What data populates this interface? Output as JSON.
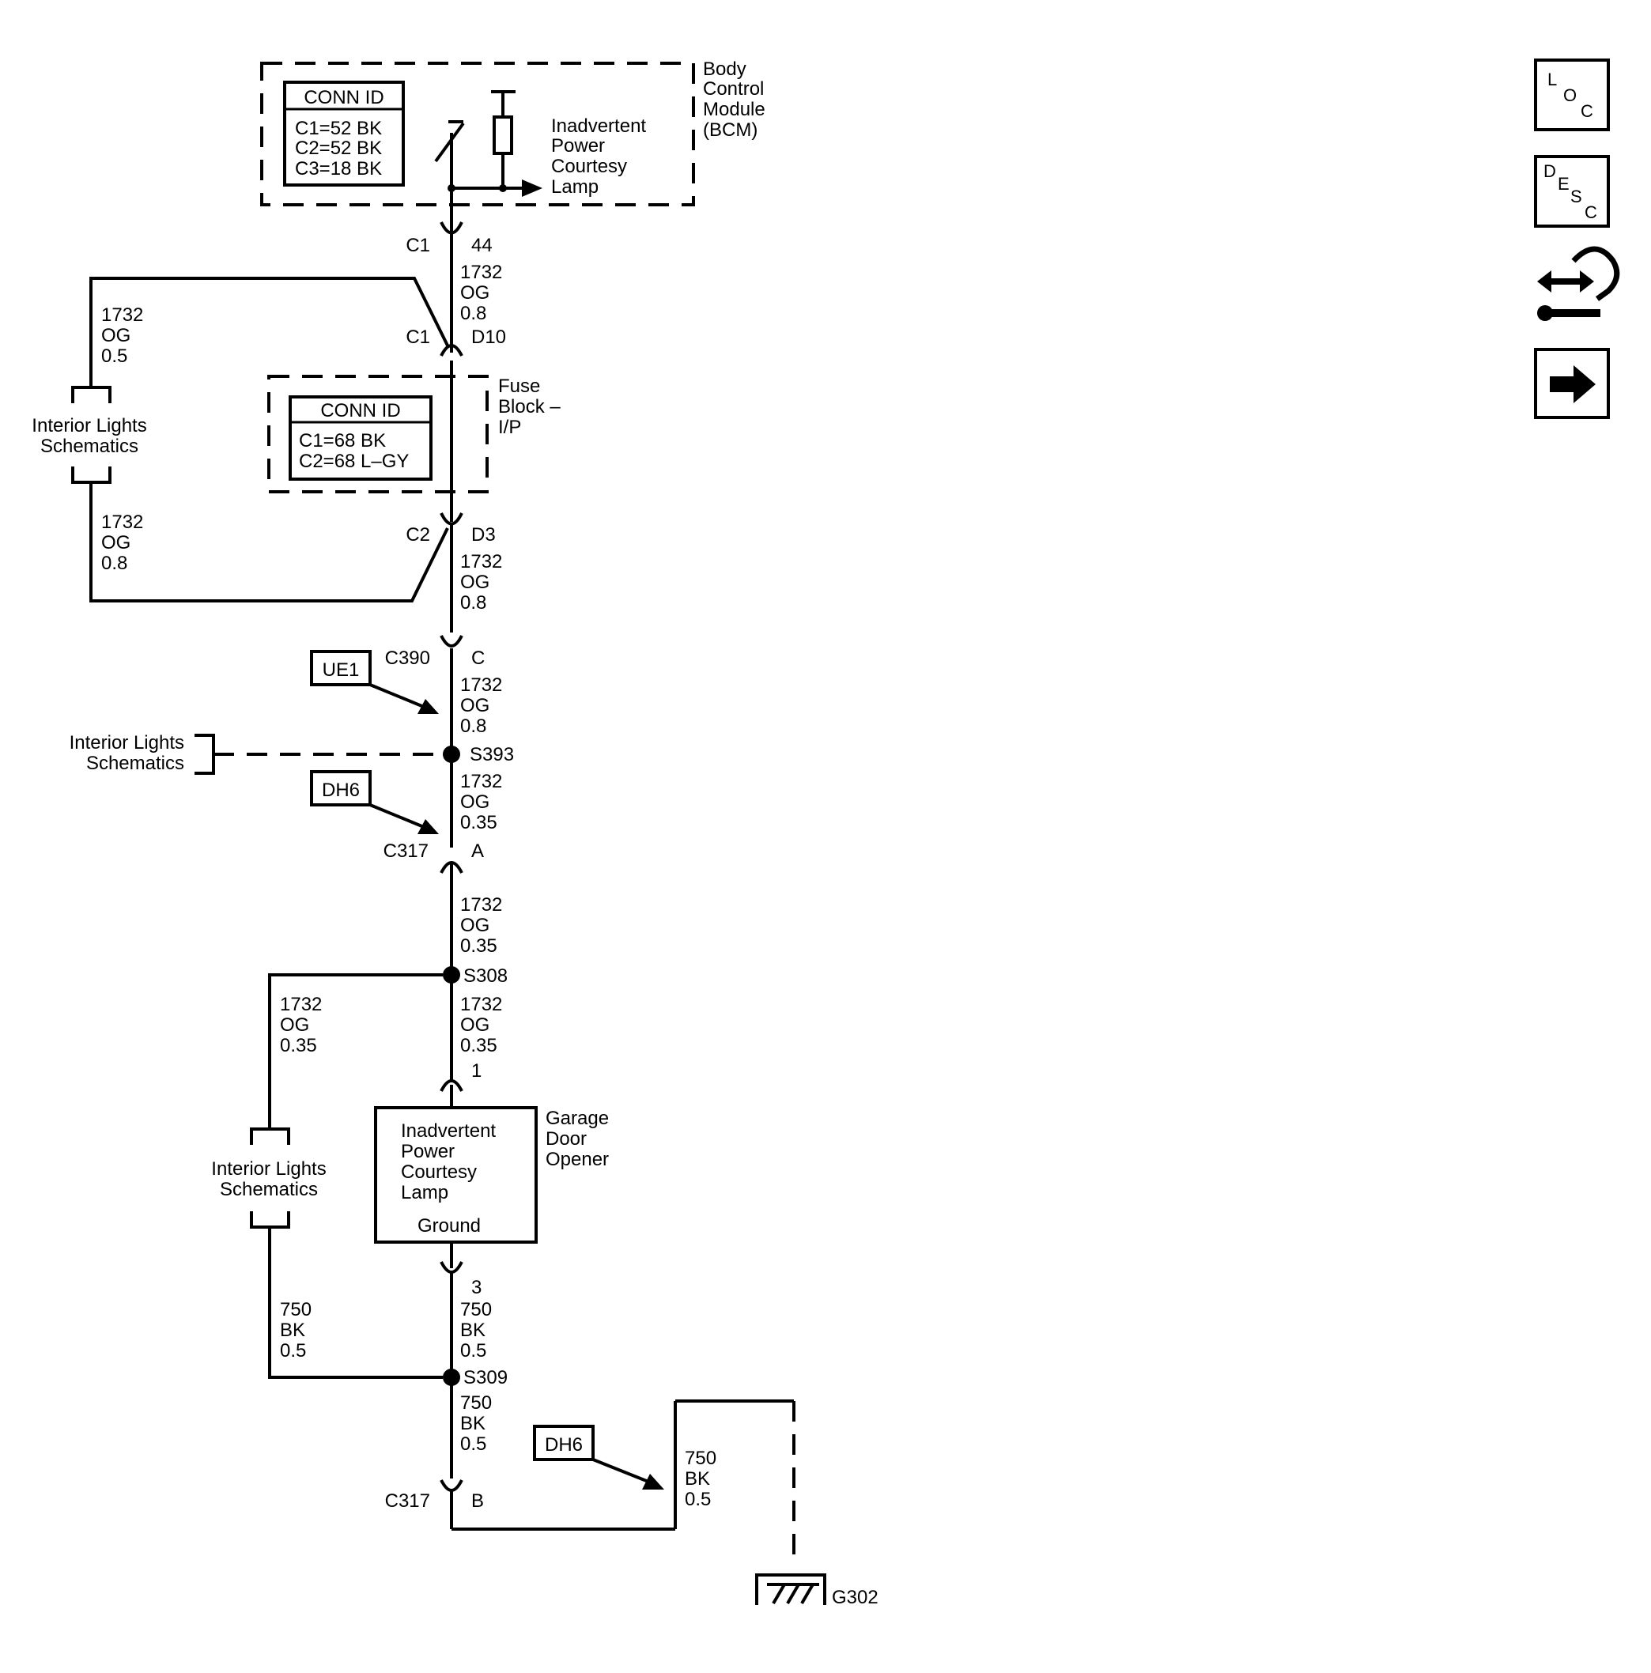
{
  "bcm": {
    "name_lines": [
      "Body",
      "Control",
      "Module",
      "(BCM)"
    ],
    "conn_id_title": "CONN ID",
    "conn_id_rows": [
      "C1=52 BK",
      "C2=52 BK",
      "C3=18 BK"
    ],
    "circuit_lines": [
      "Inadvertent",
      "Power",
      "Courtesy",
      "Lamp"
    ]
  },
  "fuse_block": {
    "name_lines": [
      "Fuse",
      "Block –",
      "I/P"
    ],
    "conn_id_title": "CONN ID",
    "conn_id_rows": [
      "C1=68 BK",
      "C2=68 L–GY"
    ]
  },
  "garage_door_opener": {
    "name_lines": [
      "Garage",
      "Door",
      "Opener"
    ],
    "circuit_lines": [
      "Inadvertent",
      "Power",
      "Courtesy",
      "Lamp"
    ],
    "ground_label": "Ground"
  },
  "connectors": {
    "bcm_c1": "C1",
    "bcm_c1_pin": "44",
    "fb_c1": "C1",
    "fb_c1_pin": "D10",
    "fb_c2": "C2",
    "fb_c2_pin": "D3",
    "c390": "C390",
    "c390_pin": "C",
    "c317a": "C317",
    "c317a_pin": "A",
    "gdo_pin1": "1",
    "gdo_pin3": "3",
    "c317b": "C317",
    "c317b_pin": "B"
  },
  "splices": {
    "s393": "S393",
    "s308": "S308",
    "s309": "S309"
  },
  "ground": {
    "g302": "G302"
  },
  "options": {
    "ue1": "UE1",
    "dh6_a": "DH6",
    "dh6_b": "DH6"
  },
  "references": {
    "interior_lights_1": [
      "Interior Lights",
      "Schematics"
    ],
    "interior_lights_2": [
      "Interior Lights",
      "Schematics"
    ],
    "interior_lights_3": [
      "Interior Lights",
      "Schematics"
    ]
  },
  "wires": {
    "w_main_1": [
      "1732",
      "OG",
      "0.8"
    ],
    "w_loop_top": [
      "1732",
      "OG",
      "0.5"
    ],
    "w_loop_bottom": [
      "1732",
      "OG",
      "0.8"
    ],
    "w_main_2": [
      "1732",
      "OG",
      "0.8"
    ],
    "w_main_3": [
      "1732",
      "OG",
      "0.8"
    ],
    "w_main_4": [
      "1732",
      "OG",
      "0.35"
    ],
    "w_main_5": [
      "1732",
      "OG",
      "0.35"
    ],
    "w_branch": [
      "1732",
      "OG",
      "0.35"
    ],
    "w_main_6": [
      "1732",
      "OG",
      "0.35"
    ],
    "w_branch_bk": [
      "750",
      "BK",
      "0.5"
    ],
    "w_gnd_1": [
      "750",
      "BK",
      "0.5"
    ],
    "w_gnd_2": [
      "750",
      "BK",
      "0.5"
    ],
    "w_gnd_3": [
      "750",
      "BK",
      "0.5"
    ]
  },
  "nav": {
    "loc_letters": [
      "L",
      "O",
      "C"
    ],
    "desc_letters": [
      "D",
      "E",
      "S",
      "C"
    ],
    "icons": [
      "loc-icon",
      "desc-icon",
      "connector-tool-icon",
      "next-arrow-icon"
    ]
  }
}
